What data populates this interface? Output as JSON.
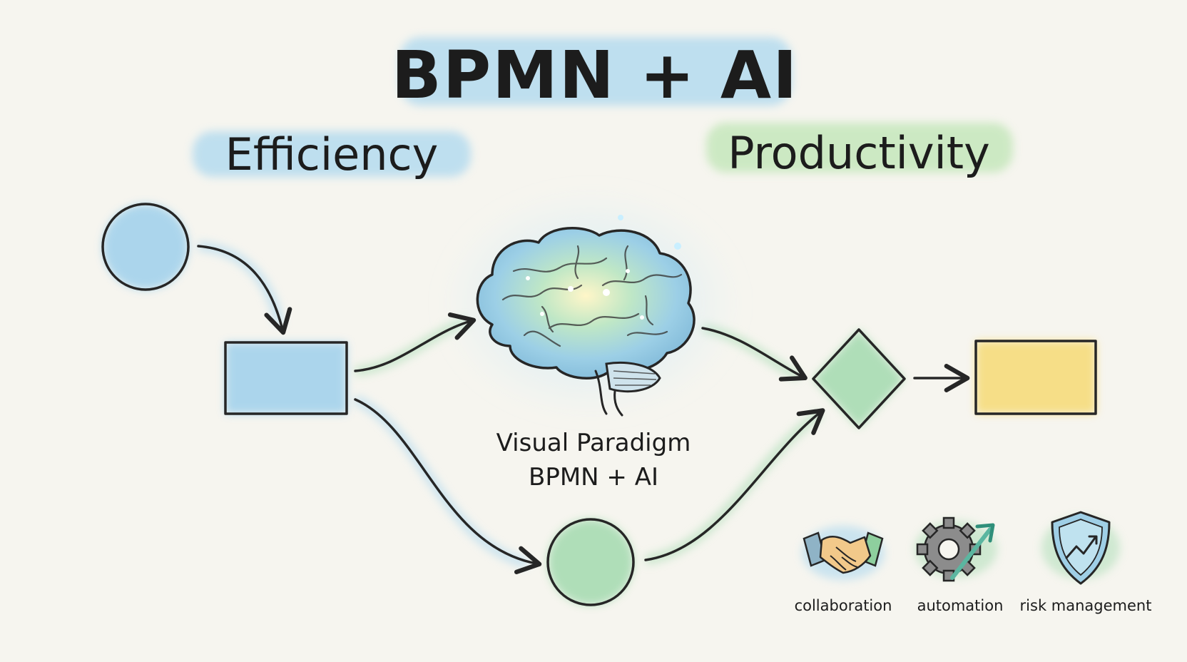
{
  "title": "BPMN + AI",
  "left_heading": "Efficiency",
  "right_heading": "Productivity",
  "center_caption": {
    "line1": "Visual Paradigm",
    "line2": "BPMN + AI"
  },
  "benefits": [
    {
      "icon": "handshake-icon",
      "label": "collaboration"
    },
    {
      "icon": "gear-growth-icon",
      "label": "automation"
    },
    {
      "icon": "shield-chart-icon",
      "label": "risk management"
    }
  ],
  "colors": {
    "blue_wash": "#9fd0ec",
    "green_wash": "#a8dcb3",
    "yellow_wash": "#f6dc7c",
    "ink": "#262626"
  }
}
